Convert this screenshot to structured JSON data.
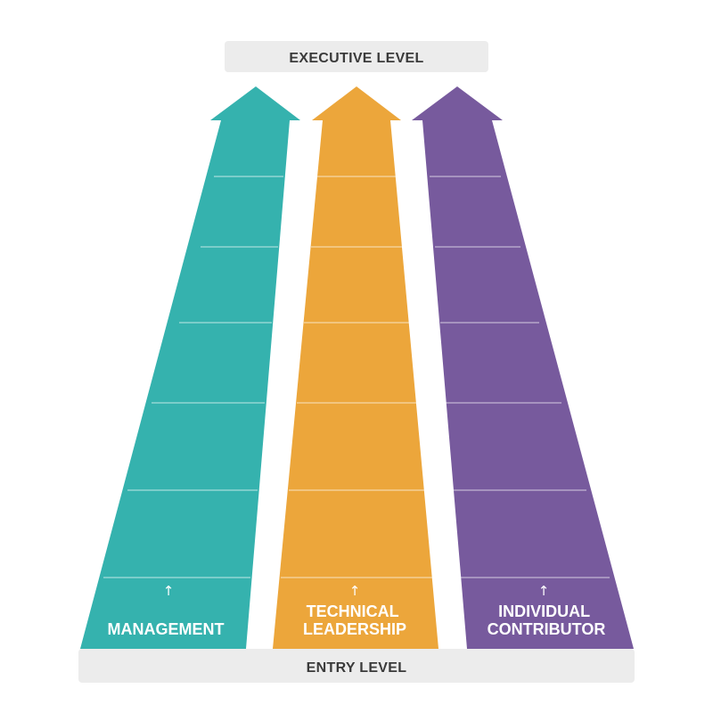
{
  "top_banner": {
    "label": "EXECUTIVE LEVEL"
  },
  "bottom_banner": {
    "label": "ENTRY LEVEL"
  },
  "tracks": [
    {
      "label_lines": [
        "MANAGEMENT"
      ],
      "color": "#35b2ae",
      "icon": "up-arrow-icon"
    },
    {
      "label_lines": [
        "TECHNICAL",
        "LEADERSHIP"
      ],
      "color": "#eca63b",
      "icon": "up-arrow-icon"
    },
    {
      "label_lines": [
        "INDIVIDUAL",
        "CONTRIBUTOR"
      ],
      "color": "#775a9d",
      "icon": "up-arrow-icon"
    }
  ],
  "colors": {
    "banner_fill": "#ececec",
    "banner_text": "#3a3a3a",
    "rung_line": "#ffffff"
  }
}
